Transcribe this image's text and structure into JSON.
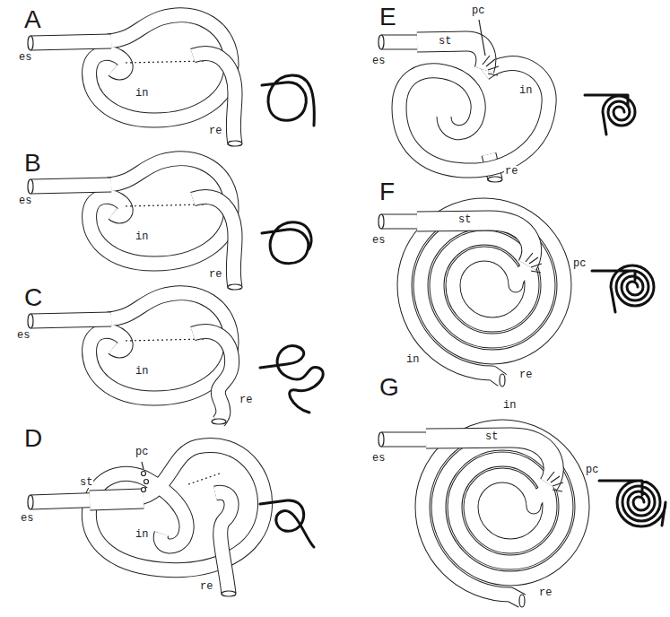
{
  "diagram": {
    "labels": [
      "A",
      "es",
      "in",
      "re",
      "B",
      "es",
      "in",
      "re",
      "C",
      "es",
      "in",
      "re",
      "D",
      "pc",
      "st",
      "es",
      "in",
      "re",
      "E",
      "pc",
      "st",
      "es",
      "in",
      "re",
      "F",
      "st",
      "es",
      "pc",
      "in",
      "re",
      "G",
      "in",
      "st",
      "es",
      "pc",
      "re"
    ]
  }
}
